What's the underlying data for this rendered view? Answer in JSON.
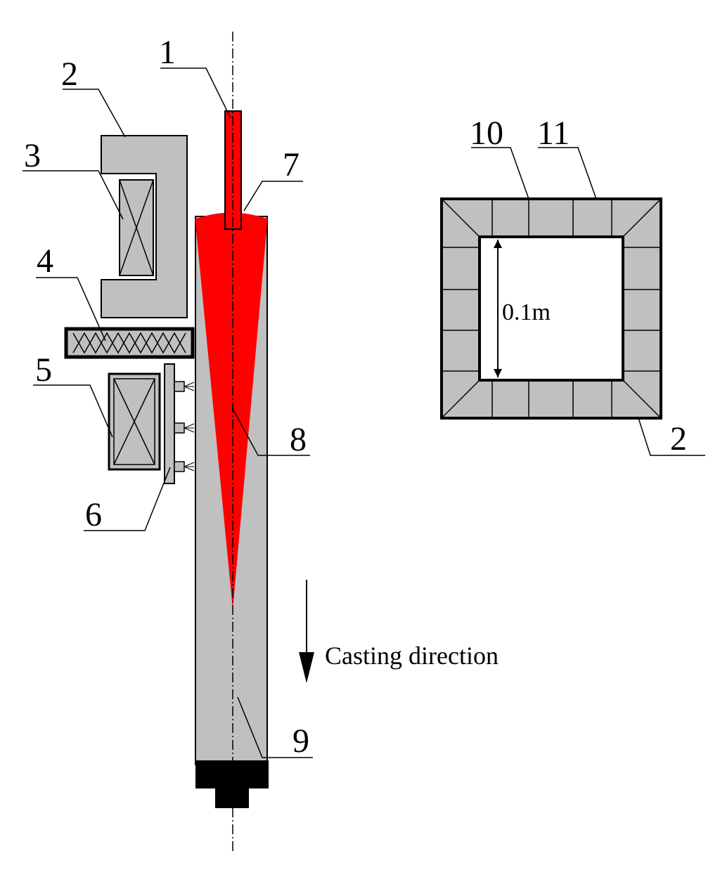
{
  "labels": {
    "l1": "1",
    "l2_left": "2",
    "l3": "3",
    "l4": "4",
    "l5": "5",
    "l6": "6",
    "l7": "7",
    "l8": "8",
    "l9": "9",
    "l10": "10",
    "l11": "11",
    "l2_right": "2"
  },
  "dimension": "0.1m",
  "casting_direction": "Casting direction",
  "colors": {
    "molten_metal": "#ff0000",
    "body_gray": "#c0c0c0",
    "dummy_bar": "#000000",
    "outline": "#000000"
  }
}
